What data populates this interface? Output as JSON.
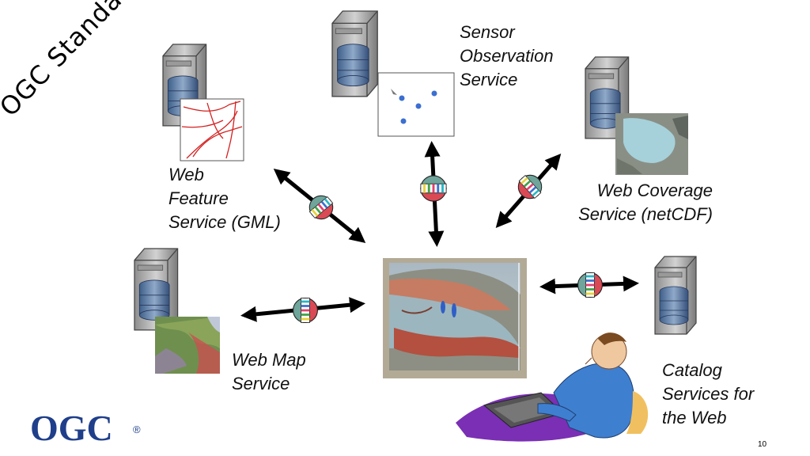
{
  "title": "OGC Standards",
  "logo": {
    "text": "OGC",
    "mark": "®"
  },
  "page_number": "10",
  "services": {
    "sos": "Sensor\nObservation\nService",
    "wfs": "Web\nFeature\nService (GML)",
    "wcs": "Web Coverage\nService (netCDF)",
    "wms": "Web Map\nService",
    "csw": "Catalog\nServices for\nthe Web"
  },
  "icons": {
    "server": "server-icon",
    "connector": "connector-icon",
    "user": "user-at-computer-icon"
  },
  "colors": {
    "logo_blue": "#1f3f8a",
    "connector_top": "#6fa59b",
    "connector_bottom": "#d94a55",
    "road_red": "#d42020"
  }
}
